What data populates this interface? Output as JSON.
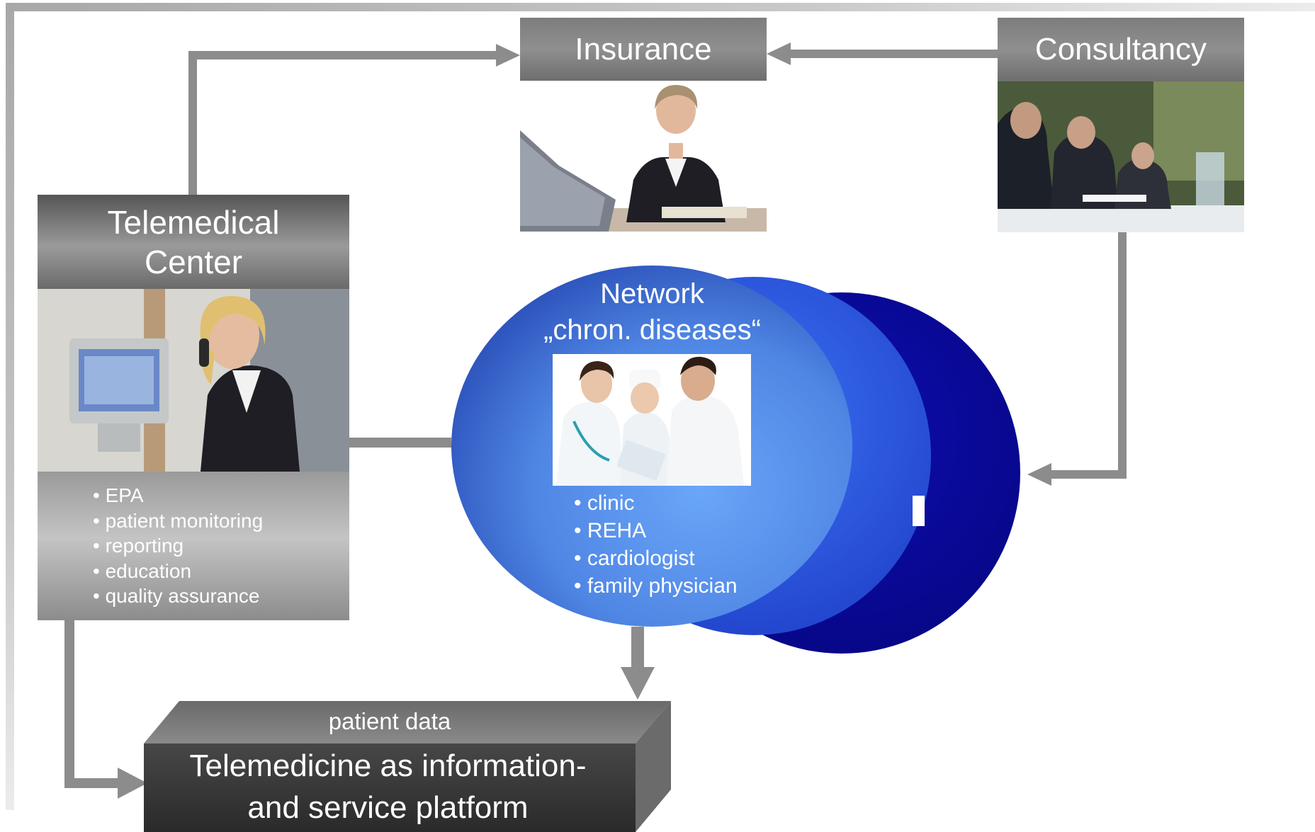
{
  "colors": {
    "arrow": "#8c8c8c",
    "header_gray": "#8a8a8a",
    "circle_back": "#0a0a9e",
    "circle_mid": "#2f5ee8",
    "circle_front": "#5a96f0",
    "platform_front": "#3c3c3c"
  },
  "nodes": {
    "insurance": {
      "title": "Insurance",
      "photo_icon": "businesswoman-at-laptop-photo"
    },
    "consultancy": {
      "title": "Consultancy",
      "photo_icon": "meeting-photo"
    },
    "telemedical_center": {
      "title_line1": "Telemedical",
      "title_line2": "Center",
      "photo_icon": "call-center-operator-photo",
      "items": [
        "• EPA",
        "• patient monitoring",
        "• reporting",
        "• education",
        "• quality assurance"
      ]
    },
    "network": {
      "title_line1": "Network",
      "title_line2": "„chron. diseases“",
      "photo_icon": "medical-team-photo",
      "items": [
        "• clinic",
        "• REHA",
        "• cardiologist",
        "• family physician"
      ]
    },
    "platform": {
      "top_label": "patient data",
      "main_line1": "Telemedicine as information-",
      "main_line2": "and service platform"
    }
  }
}
